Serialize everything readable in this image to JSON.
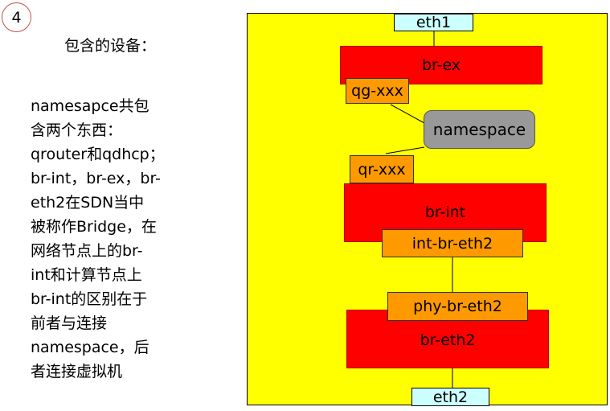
{
  "slide": {
    "number": "4"
  },
  "intro": {
    "title": "包含的设备："
  },
  "description": {
    "text": "namesapce共包\n含两个东西：\nqrouter和qdhcp；\nbr-int，br-ex，br-\neth2在SDN当中\n被称作Bridge，在\n网络节点上的br-\nint和计算节点上\nbr-int的区别在于\n前者与连接\nnamespace，后\n者连接虚拟机"
  },
  "diagram": {
    "background_color": "#ffff00",
    "eth1": "eth1",
    "br_ex": "br-ex",
    "qg_port": "qg-xxx",
    "namespace": "namespace",
    "qr_port": "qr-xxx",
    "br_int": "br-int",
    "int_br_eth2": "int-br-eth2",
    "phy_br_eth2": "phy-br-eth2",
    "br_eth2": "br-eth2",
    "eth2": "eth2",
    "colors": {
      "interface": "#ccffff",
      "bridge": "#ff0000",
      "port": "#ff9900",
      "namespace": "#999999"
    }
  }
}
